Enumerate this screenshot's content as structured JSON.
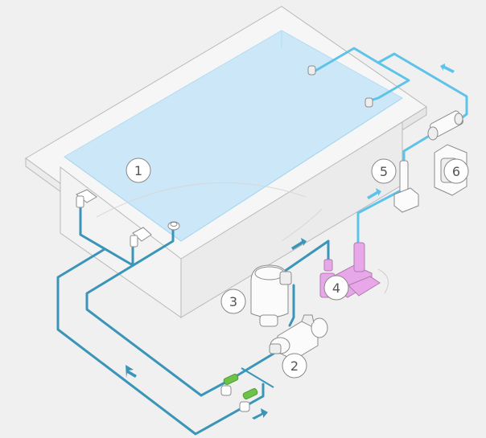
{
  "diagram": {
    "labels": [
      {
        "id": "1",
        "text": "1"
      },
      {
        "id": "2",
        "text": "2"
      },
      {
        "id": "3",
        "text": "3"
      },
      {
        "id": "4",
        "text": "4"
      },
      {
        "id": "5",
        "text": "5"
      },
      {
        "id": "6",
        "text": "6"
      }
    ],
    "colors": {
      "background": "#f0f0f0",
      "water": "#cbe7f8",
      "return_pipe": "#5ec3ea",
      "suction_pipe": "#3a95b8",
      "valve_handle": "#6cc34a",
      "chlorinator": "#e8a7e8",
      "outline": "#9a9a9a"
    },
    "icons": [
      "skimmer-icon",
      "drain-icon",
      "inlet-nozzle-icon",
      "pump-icon",
      "filter-icon",
      "chlorinator-icon",
      "flow-meter-icon",
      "heater-icon",
      "control-panel-icon",
      "ball-valve-icon",
      "flow-arrow-icon"
    ]
  }
}
